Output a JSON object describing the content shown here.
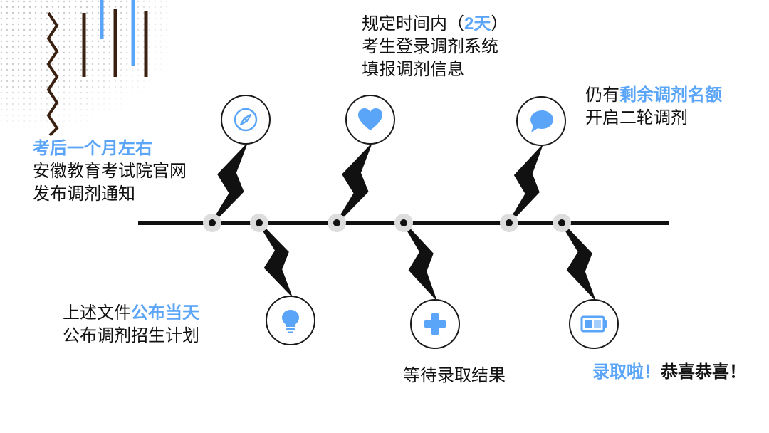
{
  "colors": {
    "accent": "#5aa5f8",
    "ink": "#111111",
    "marker_ring": "#dddddd",
    "dots": "#c8c8c8"
  },
  "steps": [
    {
      "icon": "compass-icon",
      "lines": [
        [
          {
            "text": "考后一个月左右",
            "hl": true
          }
        ],
        [
          {
            "text": "安徽教育考试院官网"
          }
        ],
        [
          {
            "text": "发布调剂通知"
          }
        ]
      ]
    },
    {
      "icon": "lightbulb-icon",
      "lines": [
        [
          {
            "text": "上述文件"
          },
          {
            "text": "公布当天",
            "hl": true
          }
        ],
        [
          {
            "text": "公布调剂招生计划"
          }
        ]
      ]
    },
    {
      "icon": "heart-icon",
      "lines": [
        [
          {
            "text": "规定时间内（"
          },
          {
            "text": "2天",
            "hl": true
          },
          {
            "text": "）"
          }
        ],
        [
          {
            "text": "考生登录调剂系统"
          }
        ],
        [
          {
            "text": "填报调剂信息"
          }
        ]
      ]
    },
    {
      "icon": "plus-icon",
      "lines": [
        [
          {
            "text": "等待录取结果"
          }
        ]
      ]
    },
    {
      "icon": "speech-bubble-icon",
      "lines": [
        [
          {
            "text": "仍有"
          },
          {
            "text": "剩余调剂名额",
            "hl": true
          }
        ],
        [
          {
            "text": "开启二轮调剂"
          }
        ]
      ]
    },
    {
      "icon": "battery-icon",
      "lines": [
        [
          {
            "text": "录取啦！",
            "hl": true
          },
          {
            "text": "恭喜恭喜！",
            "strong": true
          }
        ]
      ]
    }
  ]
}
